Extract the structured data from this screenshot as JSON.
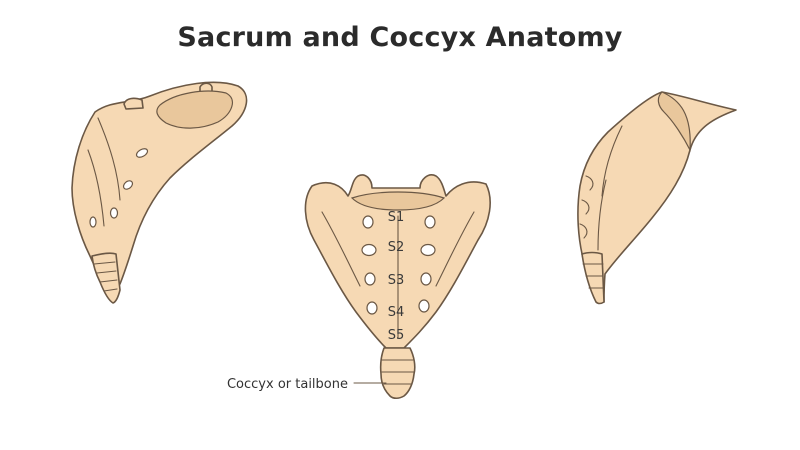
{
  "title": "Sacrum and Coccyx Anatomy",
  "segments": [
    "S1",
    "S2",
    "S3",
    "S4",
    "S5"
  ],
  "callout": "Coccyx or tailbone",
  "colors": {
    "bone": "#f6d9b4",
    "outline": "#6b5845",
    "shade": "#e9c79c"
  }
}
